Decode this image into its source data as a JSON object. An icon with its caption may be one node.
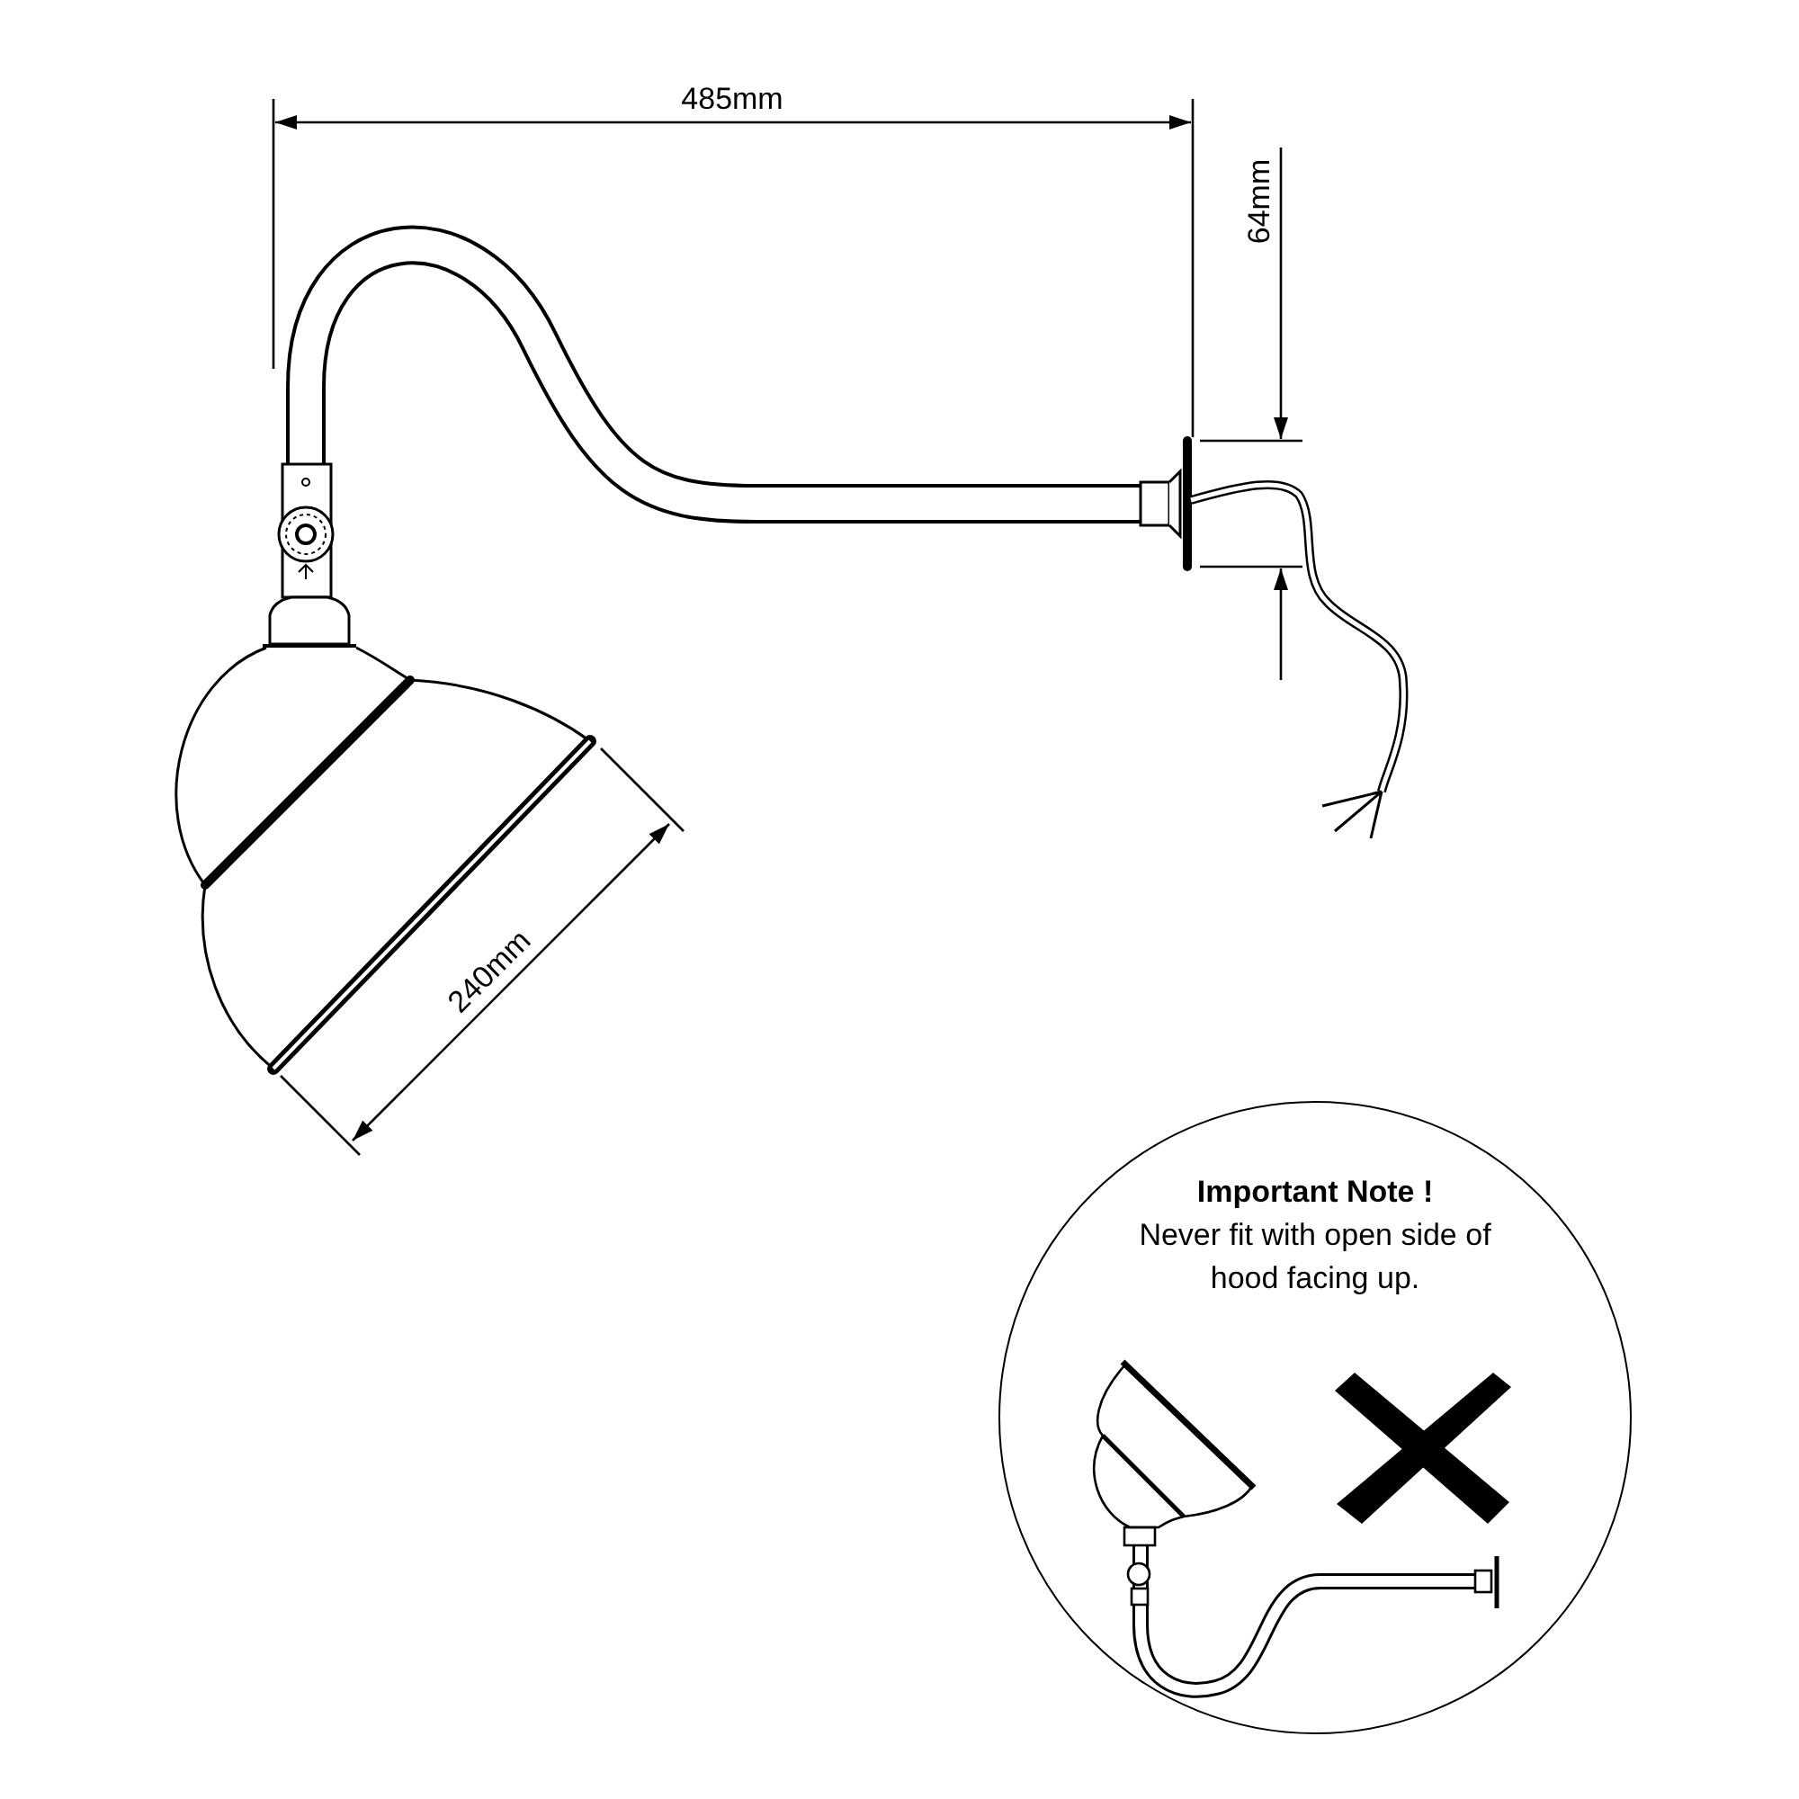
{
  "diagram": {
    "nodes": [
      {
        "text": [
          "Important Note !",
          "Never fit with open side of hood facing up."
        ]
      }
    ],
    "labels": [
      "485mm",
      "64mm",
      "240mm"
    ]
  }
}
